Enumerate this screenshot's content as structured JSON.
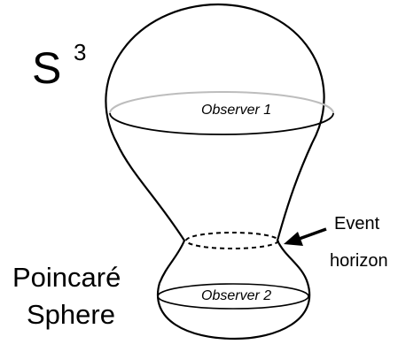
{
  "labels": {
    "s3_base": "S",
    "s3_sup": "3",
    "observer_1": "Observer 1",
    "observer_2": "Observer 2",
    "event_horizon_line1": "Event",
    "event_horizon_line2": "horizon",
    "poincare_line1": "Poincaré",
    "poincare_line2": "Sphere"
  },
  "colors": {
    "outline": "#000000",
    "upper_equator": "#bdbdbd",
    "background": "#ffffff"
  }
}
